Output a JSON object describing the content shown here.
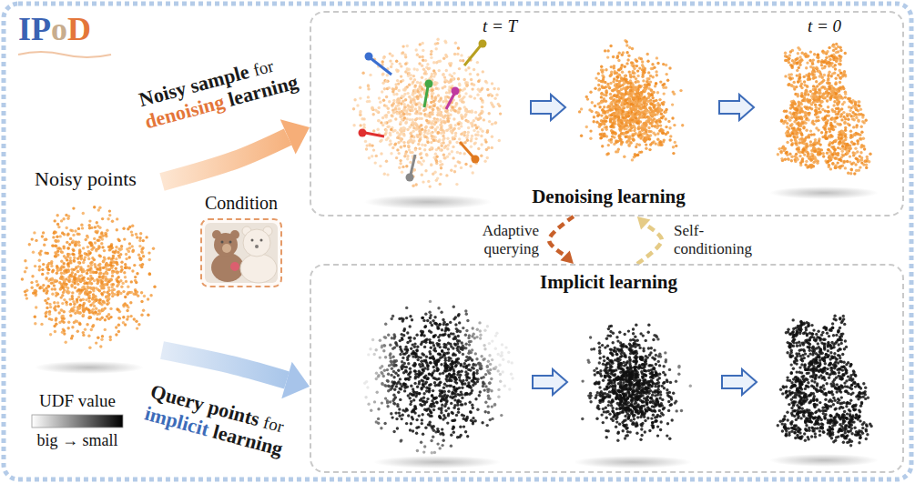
{
  "diagram": {
    "nodes": [
      {
        "text": [
          "Noisy points"
        ]
      },
      {
        "text": [
          "Condition"
        ]
      },
      {
        "text": [
          "t = T",
          "t = 0",
          "Denoising learning"
        ]
      },
      {
        "text": [
          "Implicit learning"
        ]
      }
    ],
    "edges": [
      {
        "from": 0,
        "to": 2,
        "arrow": "to",
        "label": "Noisy sample for denoising learning"
      },
      {
        "from": 0,
        "to": 3,
        "arrow": "to",
        "label": "Query points for implicit learning"
      },
      {
        "from": 2,
        "to": 3,
        "arrow": "to",
        "label": "Adaptive querying"
      },
      {
        "from": 3,
        "to": 2,
        "arrow": "to",
        "label": "Self-conditioning"
      }
    ],
    "labels": [
      "IPoD",
      "UDF value",
      "big → small"
    ]
  }
}
